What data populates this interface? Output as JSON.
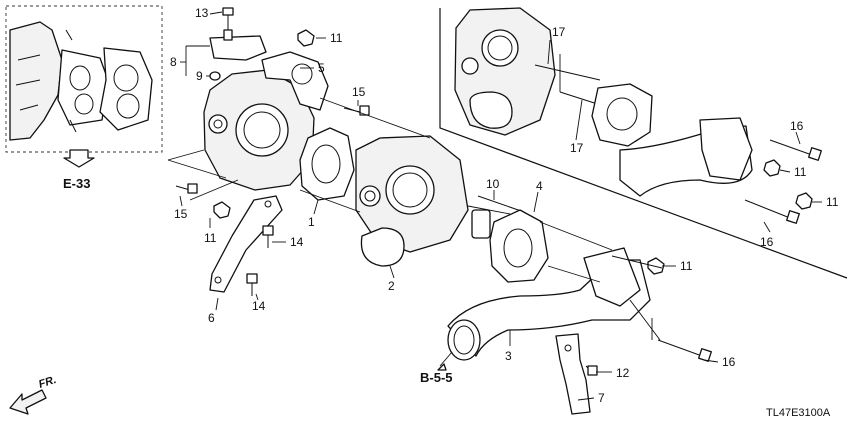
{
  "callouts": {
    "n1": "1",
    "n2": "2",
    "n3": "3",
    "n4": "4",
    "n5": "5",
    "n6": "6",
    "n7": "7",
    "n8": "8",
    "n9": "9",
    "n10": "10",
    "n11a": "11",
    "n11b": "11",
    "n11c": "11",
    "n11d": "11",
    "n11e": "11",
    "n12": "12",
    "n13": "13",
    "n14a": "14",
    "n14b": "14",
    "n15a": "15",
    "n15b": "15",
    "n16a": "16",
    "n16b": "16",
    "n16c": "16",
    "n17a": "17",
    "n17b": "17"
  },
  "references": {
    "e33": "E-33",
    "b55": "B-5-5"
  },
  "direction_label": "FR.",
  "diagram_code": "TL47E3100A"
}
